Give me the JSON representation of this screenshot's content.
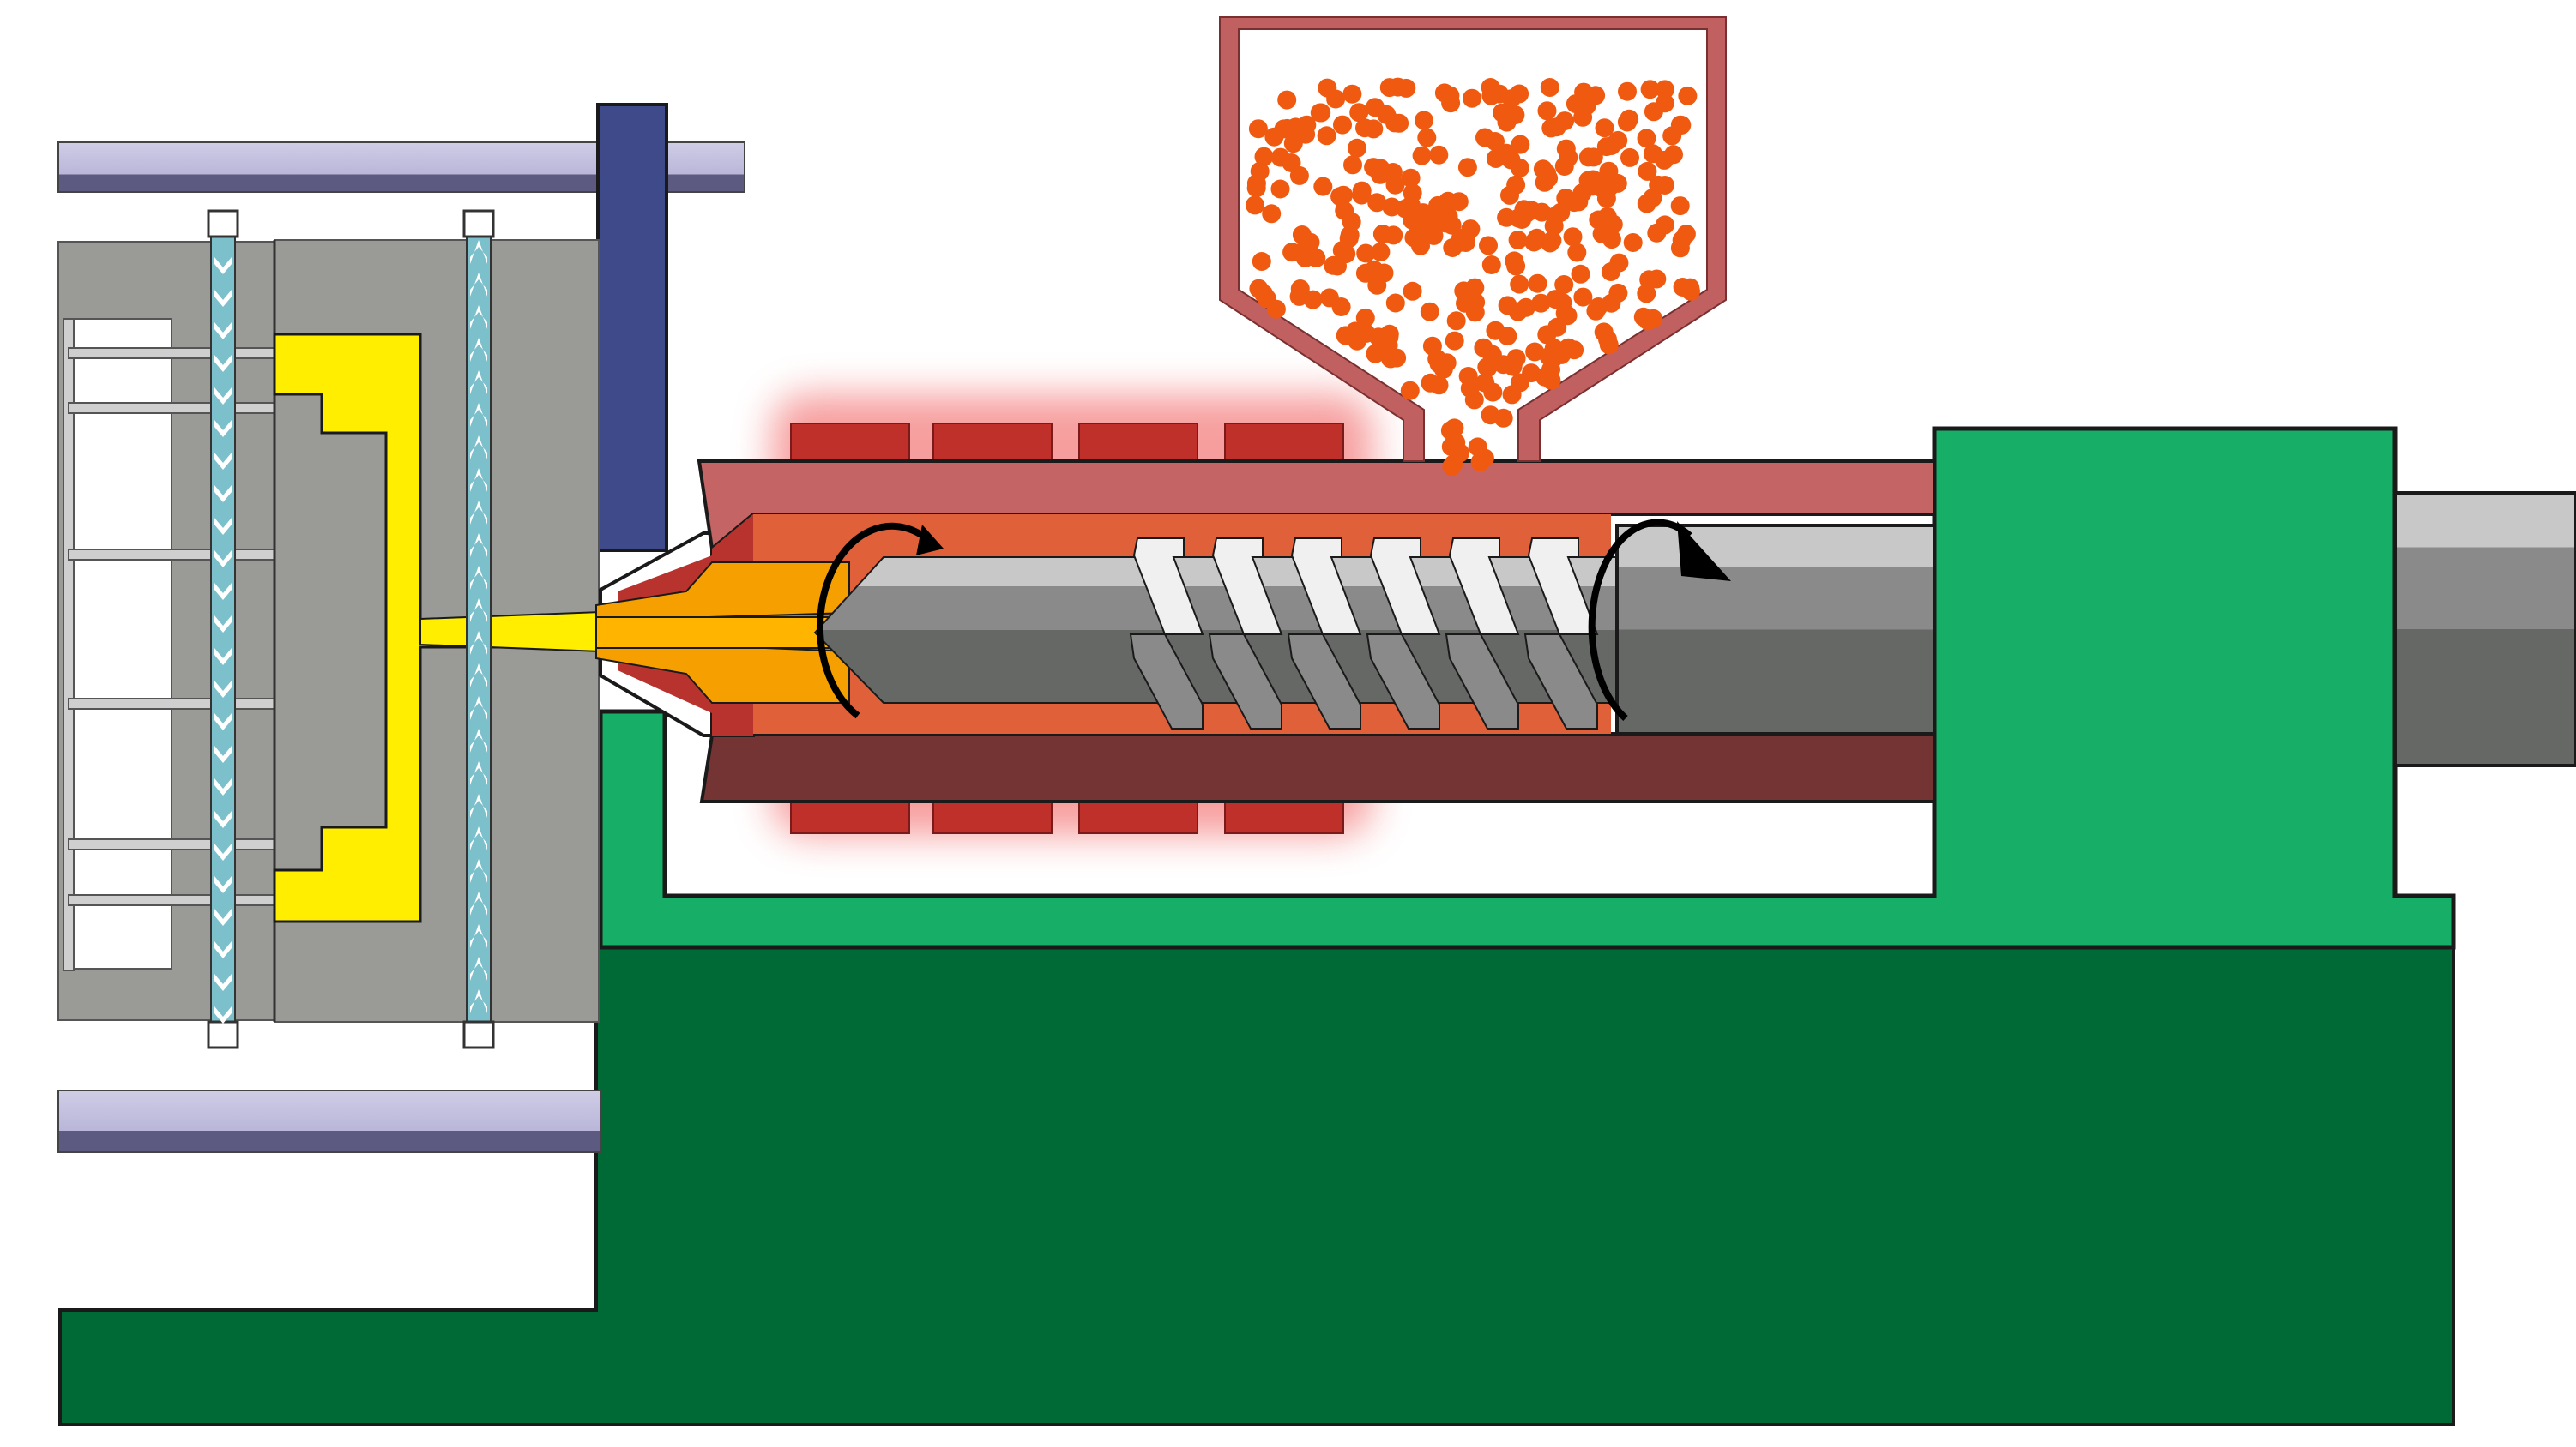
{
  "diagram": {
    "kind": "injection-molding-machine-cross-section",
    "labels": [],
    "colors": {
      "background": "#ffffff",
      "outline": "#1a1a1a",
      "frame_dark_green": "#006a37",
      "frame_light_green": "#17ae68",
      "tie_bar": "#b9b6d9",
      "tie_bar_shadow": "#5c5a80",
      "clamp_plate": "#3f4a8a",
      "mold_steel": "#9a9a96",
      "mold_cavity": "#ffee00",
      "cooling_channel": "#7cc0cc",
      "nozzle_melt": "#f5a000",
      "barrel_top": "#c56464",
      "barrel_bottom": "#743434",
      "barrel_inner": "#e0603a",
      "barrel_tip": "#b8332e",
      "heater_band": "#c0302a",
      "heat_glow": "#f05050",
      "hopper_outline": "#c06060",
      "plastic_pellets": "#f05a10",
      "screw_light": "#c8c8c8",
      "screw_mid": "#8a8a8a",
      "screw_dark": "#666866",
      "rotation_arrow": "#000000"
    },
    "parts": [
      "base-frame",
      "injection-unit-carriage",
      "tie-bars",
      "stationary-platen",
      "mold-halves",
      "mold-cavity",
      "cooling-channels",
      "nozzle",
      "heater-bands",
      "barrel",
      "reciprocating-screw",
      "hopper",
      "plastic-pellets",
      "hydraulic-drive",
      "rotation-arrows"
    ],
    "pellets": {
      "hopper_count": 320,
      "falling_count": 12
    }
  }
}
